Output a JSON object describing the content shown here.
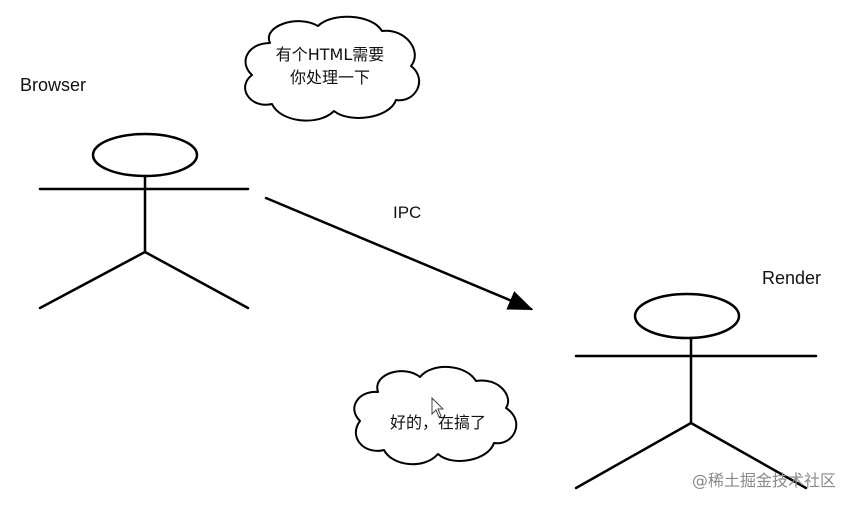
{
  "diagram": {
    "actors": [
      {
        "id": "browser",
        "label": "Browser"
      },
      {
        "id": "render",
        "label": "Render"
      }
    ],
    "message": {
      "from": "browser",
      "to": "render",
      "label": "IPC"
    },
    "bubbles": {
      "request": {
        "lines": [
          "有个HTML需要",
          "你处理一下"
        ]
      },
      "reply": {
        "lines": [
          "好的，在搞了"
        ]
      }
    },
    "watermark": "@稀土掘金技术社区"
  },
  "colors": {
    "ink": "#000000",
    "background": "#ffffff",
    "watermark": "#8a8a8a"
  }
}
